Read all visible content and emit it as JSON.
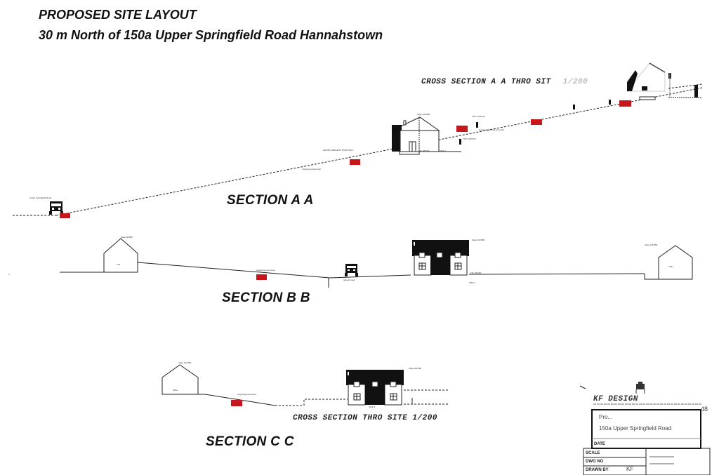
{
  "header": {
    "title": "PROPOSED SITE LAYOUT",
    "subtitle": "30 m North of 150a Upper Springfield Road Hannahstown"
  },
  "section_a": {
    "label": "SECTION A   A",
    "cross_section_label": "CROSS SECTION A  A THRO SIT",
    "cross_section_scale": "1/200",
    "road_label": "Upper Springfield Road",
    "ground_label": "original ground level",
    "ridge_label": "ridge 108.880",
    "grass_label": "GRASS VERGE AT POSITION 1",
    "ffl_label": "FFL 98.300",
    "site_label": "SITE 1",
    "coping_label_1": "TOP COPING",
    "coping_label_2": "TOP COPING",
    "retaining_wall_label": "stone gabion retaining wall"
  },
  "section_b": {
    "label": "SECTION B   B",
    "ridge_left": "ridge 98.880",
    "house_left": "178",
    "ground_label": "original ground level",
    "road_label": "ground road",
    "ridge_mid": "ridge 109.880",
    "ffl_label": "FFL 98.300",
    "site_label": "SITE 1",
    "ridge_right": "ridge 106.880",
    "house_right": "148 a"
  },
  "section_c": {
    "label": "SECTION C    C",
    "cross_section_label": "CROSS SECTION    THRO SITE  1/200",
    "ridge_left": "ridge 121.880",
    "house_left": "160a",
    "ground_label": "original ground level",
    "ridge_mid": "ridge 119.880",
    "site_label": "SITE 2"
  },
  "title_block": {
    "company": "KF DESIGN",
    "sheet_no": "48",
    "project_line1": "Pro...",
    "project_line2": "150a Upper Springfield Road",
    "date_label": "DATE",
    "scale_label": "SCALE",
    "dwg_label": "DWG NO",
    "drawn_label": "DRAWN BY",
    "drawn_value": "KF"
  },
  "colors": {
    "marker_red": "#c8161d",
    "line": "#222222"
  }
}
